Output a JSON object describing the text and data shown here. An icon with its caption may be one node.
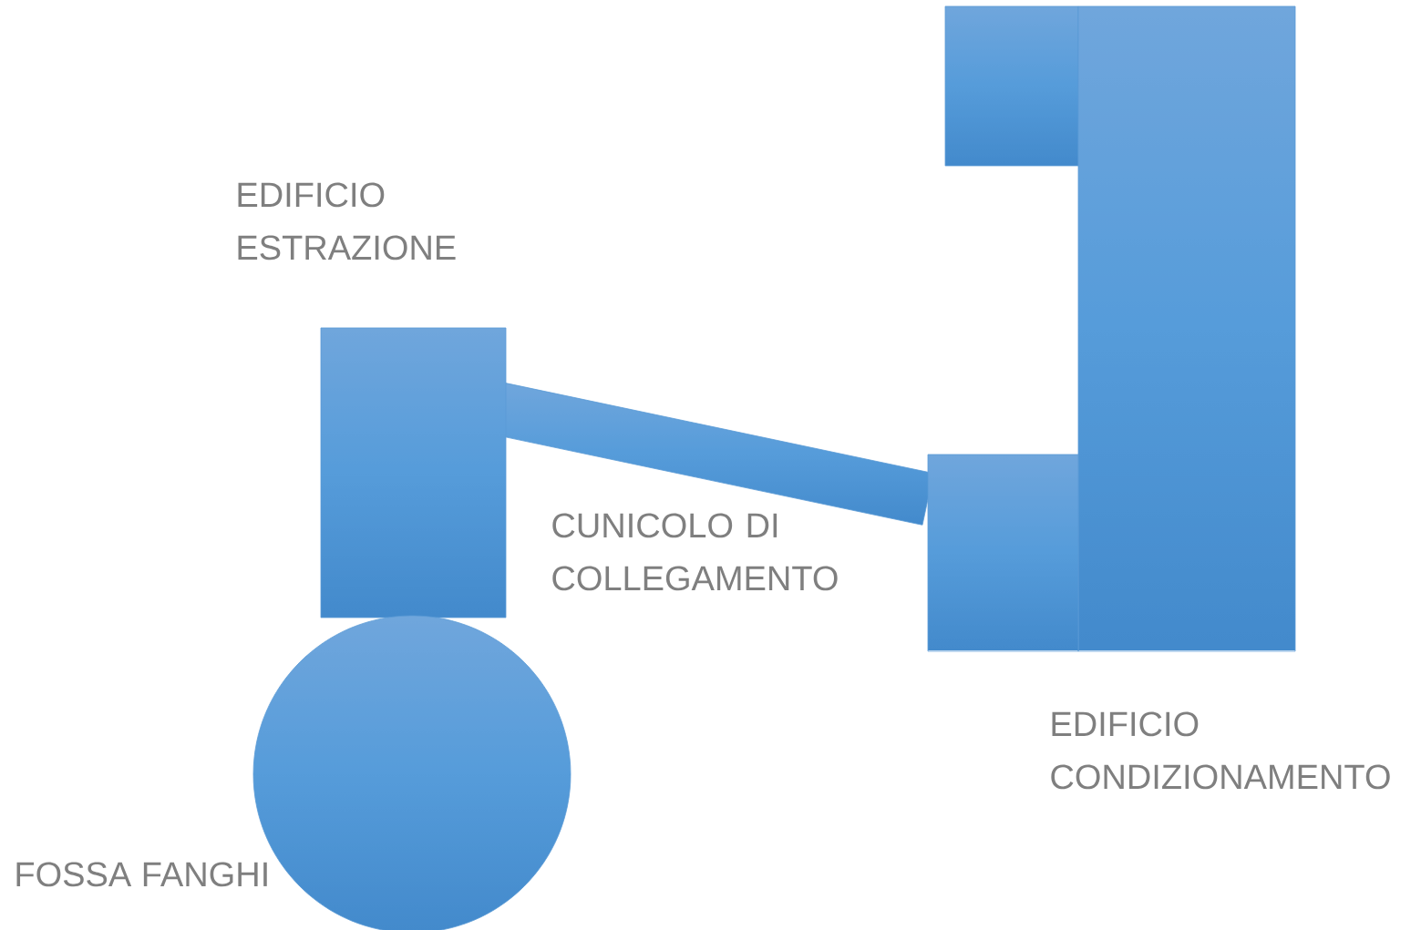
{
  "diagram": {
    "nodes": [
      {
        "text": [
          "EDIFICIO ESTRAZIONE"
        ]
      },
      {
        "text": [
          "FOSSA FANGHI"
        ]
      },
      {
        "text": [
          "CUNICOLO DI COLLEGAMENTO"
        ]
      },
      {
        "text": [
          "EDIFICIO CONDIZIONAMENTO"
        ]
      },
      {
        "text": [],
        "shape": "box"
      },
      {
        "text": [],
        "shape": "box"
      }
    ]
  }
}
